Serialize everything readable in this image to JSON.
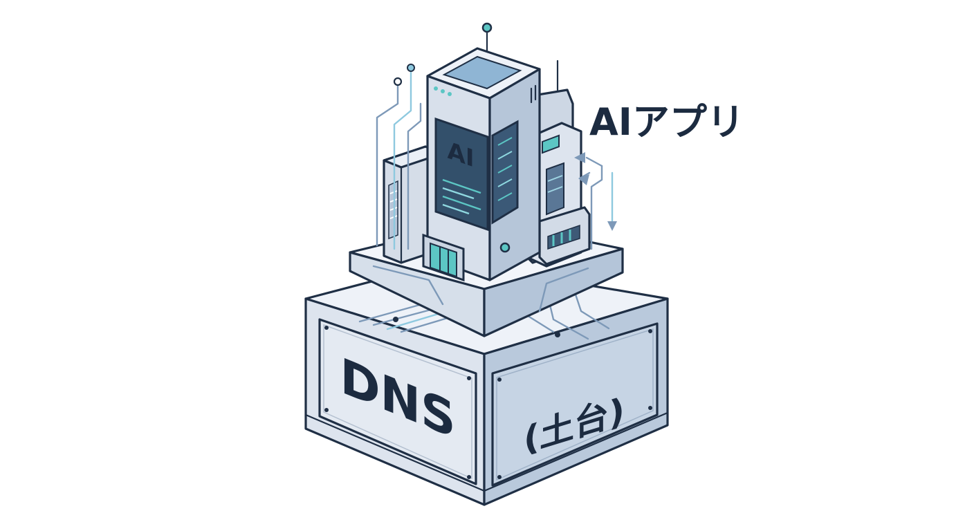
{
  "labels": {
    "ai_chip": "AI",
    "app_label": "AIアプリ",
    "base_front": "DNS",
    "base_side": "(土台)"
  },
  "colors": {
    "outline": "#1f2f45",
    "base_top": "#eef2f8",
    "base_front": "#dde4ee",
    "base_side": "#b9c9dc",
    "screen": "#33506b",
    "accent_teal": "#5cc6c4",
    "wire": "#7d99b8",
    "text": "#1c2b40"
  },
  "icons": [
    "antenna-icon",
    "server-tower-icon",
    "circuit-wire-icon",
    "arrow-up-icon",
    "arrow-down-icon",
    "screw-icon"
  ]
}
